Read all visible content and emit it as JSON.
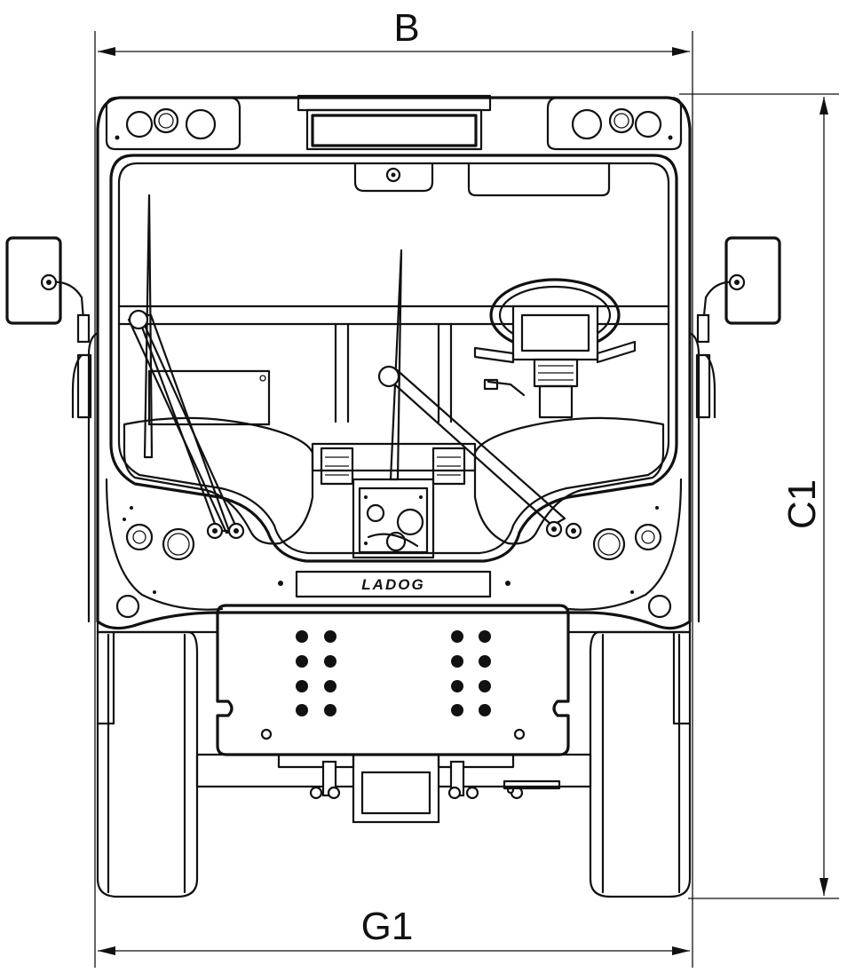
{
  "dimensions": {
    "width_label": "B",
    "track_label": "G1",
    "height_label": "C1"
  },
  "branding": {
    "logo_text": "LADOG"
  },
  "colors": {
    "line": "#111111",
    "background": "#ffffff"
  }
}
